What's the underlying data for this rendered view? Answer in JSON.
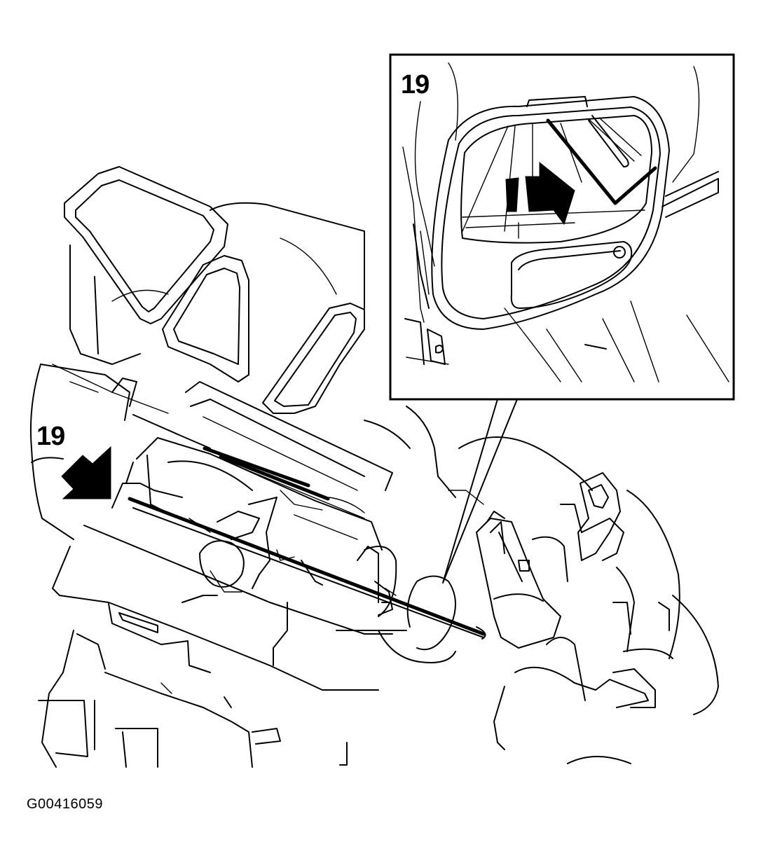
{
  "figure": {
    "callout_main": "19",
    "callout_inset": "19",
    "figure_code": "G00416059"
  },
  "colors": {
    "line": "#000000",
    "background": "#ffffff"
  }
}
